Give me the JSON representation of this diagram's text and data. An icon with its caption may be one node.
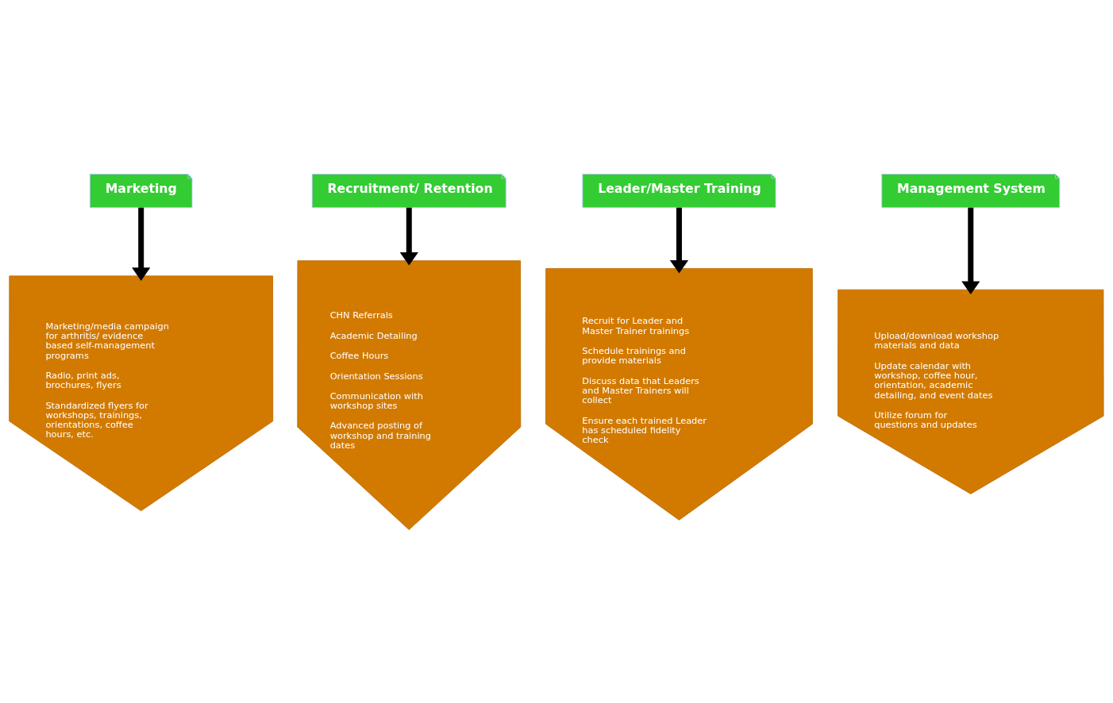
{
  "diagram": {
    "nodes": [
      {
        "text": [
          "Marketing"
        ]
      },
      {
        "text": [
          "Marketing/media campaign for arthritis/ evidence based self-management programs",
          "Radio, print ads, brochures, flyers",
          "Standardized flyers for workshops, trainings, orientations, coffee hours, etc."
        ]
      },
      {
        "text": [
          "Recruitment/ Retention"
        ]
      },
      {
        "text": [
          "CHN Referrals",
          "Academic Detailing",
          "Coffee Hours",
          "Orientation Sessions",
          "Communication with workshop sites",
          "Advanced posting of workshop and training dates"
        ]
      },
      {
        "text": [
          "Leader/Master Training"
        ]
      },
      {
        "text": [
          "Recruit for Leader and Master Trainer trainings",
          "Schedule trainings and provide materials",
          "Discuss data that Leaders and Master Trainers will collect",
          "Ensure each trained Leader has scheduled fidelity check"
        ]
      },
      {
        "text": [
          "Management System"
        ]
      },
      {
        "text": [
          "Upload/download workshop materials and data",
          "Update calendar with workshop, coffee hour, orientation, academic detailing, and event dates",
          "Utilize forum for questions and updates"
        ]
      }
    ],
    "edges": [
      {
        "from": 0,
        "to": 1,
        "arrow": "to"
      },
      {
        "from": 2,
        "to": 3,
        "arrow": "to"
      },
      {
        "from": 4,
        "to": 5,
        "arrow": "to"
      },
      {
        "from": 6,
        "to": 7,
        "arrow": "to"
      }
    ]
  }
}
